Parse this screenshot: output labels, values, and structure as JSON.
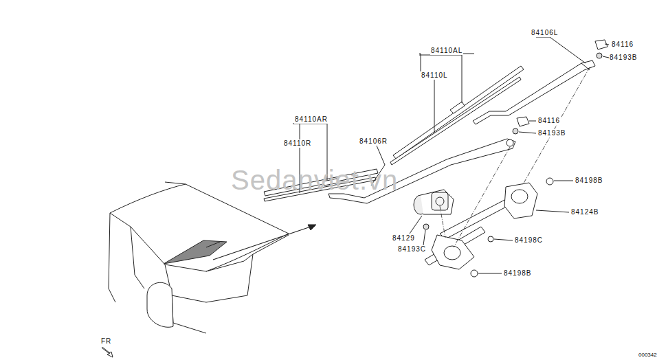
{
  "diagram": {
    "labels": [
      "84116",
      "84193B",
      "84106L",
      "84110AL",
      "84110L",
      "84116",
      "84193B",
      "84110AR",
      "84110R",
      "84106R",
      "84198B",
      "84124B",
      "84129",
      "84198C",
      "84193C",
      "84198B",
      "FR",
      "Sedanviet.vn",
      "000342"
    ]
  }
}
